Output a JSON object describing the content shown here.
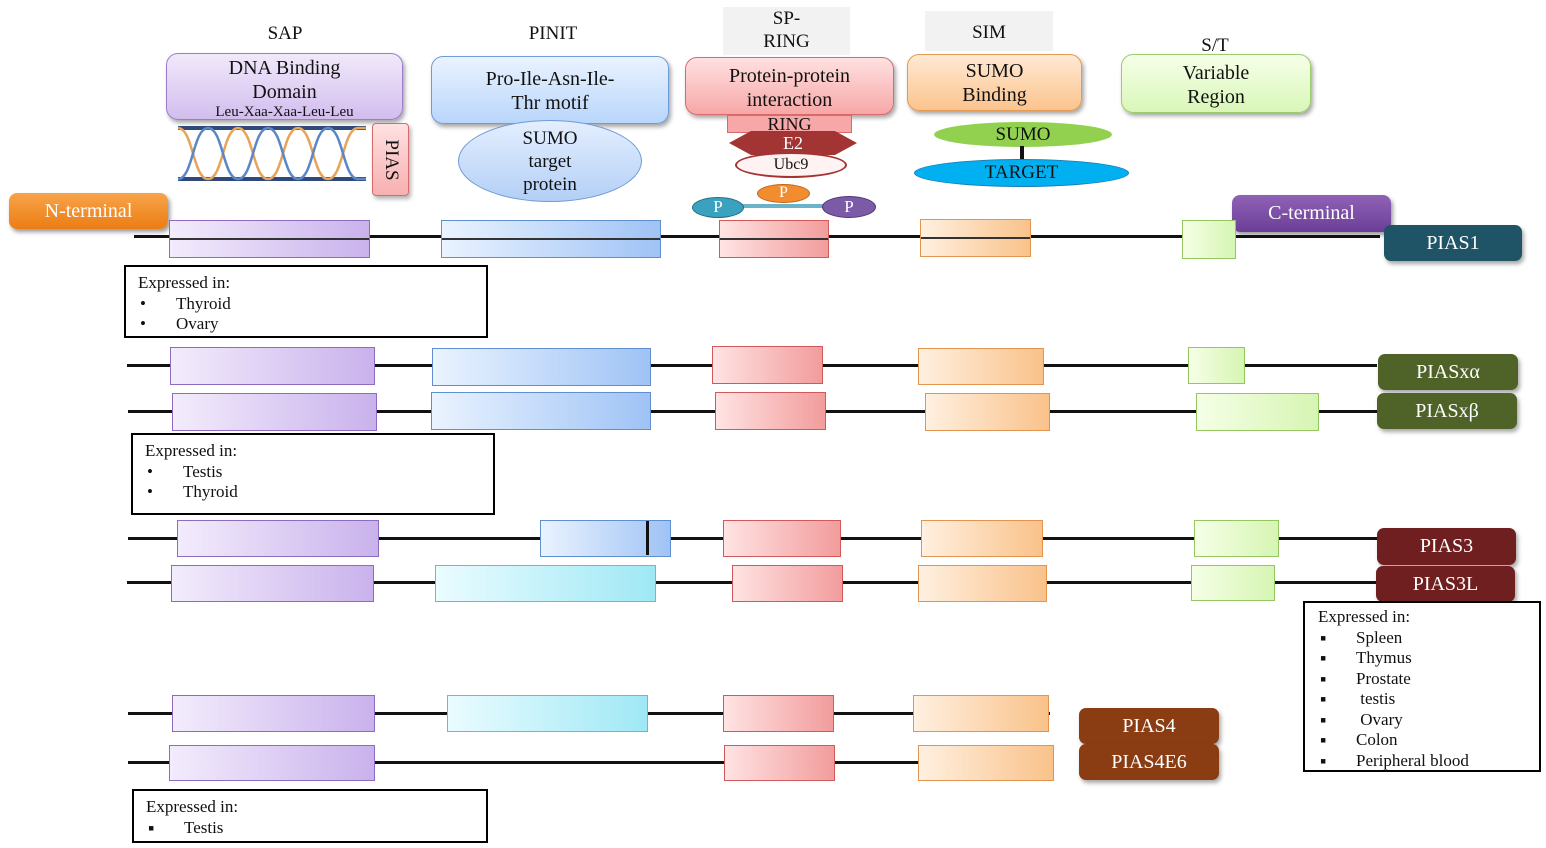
{
  "headers": {
    "sap": "SAP",
    "pinit": "PINIT",
    "spring_line1": "SP-",
    "spring_line2": "RING",
    "sim": "SIM",
    "st": "S/T"
  },
  "callouts": {
    "dna_line1": "DNA Binding",
    "dna_line2": "Domain",
    "dna_motif": "Leu-Xaa-Xaa-Leu-Leu",
    "pias_tag": "PIAS",
    "pinit_line1": "Pro-Ile-Asn-Ile-",
    "pinit_line2": "Thr motif",
    "sumo_target_line1": "SUMO",
    "sumo_target_line2": "target",
    "sumo_target_line3": "protein",
    "ring_line1": "Protein-protein",
    "ring_line2": "interaction",
    "ring_label": "RING",
    "e2": "E2",
    "ubc9": "Ubc9",
    "p": "P",
    "sim_line1": "SUMO",
    "sim_line2": "Binding",
    "sumo": "SUMO",
    "target": "TARGET",
    "st_line1": "Variable",
    "st_line2": "Region"
  },
  "termini": {
    "n": "N-terminal",
    "c": "C-terminal"
  },
  "proteins": {
    "pias1": "PIAS1",
    "piasxa": "PIASxα",
    "piasxb": "PIASxβ",
    "pias3": "PIAS3",
    "pias3l": "PIAS3L",
    "pias4": "PIAS4",
    "pias4e6": "PIAS4E6"
  },
  "colors": {
    "pias1": "#1f5466",
    "piasx": "#4f6228",
    "pias3": "#6f1f1f",
    "pias4": "#8a3c12",
    "n_terminal": "#f08a1e",
    "c_terminal": "#7a4ca3"
  },
  "expression": {
    "pias1": {
      "title": "Expressed in:",
      "items": [
        "Thyroid",
        "Ovary"
      ]
    },
    "piasx": {
      "title": "Expressed in:",
      "items": [
        "Testis",
        "Thyroid"
      ]
    },
    "pias3": {
      "title": "Expressed in:",
      "items": [
        "Spleen",
        "Thymus",
        "Prostate",
        " testis",
        " Ovary",
        "Colon",
        "Peripheral blood"
      ]
    },
    "pias4": {
      "title": "Expressed in:",
      "items": [
        "Testis"
      ]
    }
  }
}
